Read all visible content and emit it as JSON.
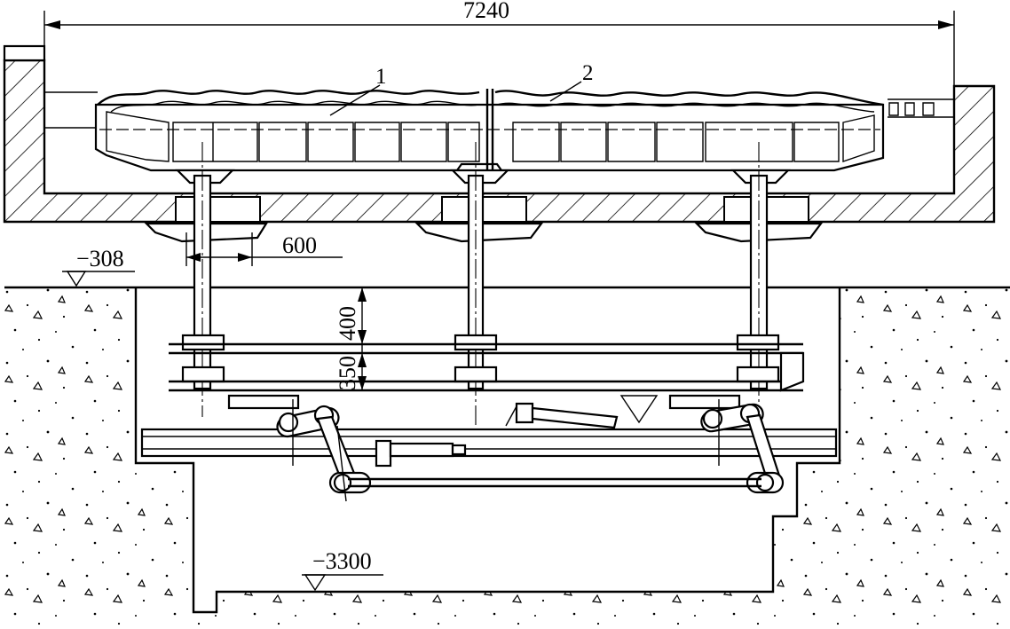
{
  "dimensions": {
    "overall_width": "7240",
    "column_spacing": "600",
    "upper_gap": "400",
    "lower_gap": "350"
  },
  "elevations": {
    "ground_level": "−308",
    "pit_bottom": "−3300"
  },
  "callouts": {
    "part_1": "1",
    "part_2": "2"
  }
}
